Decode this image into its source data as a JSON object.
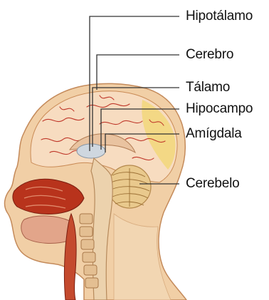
{
  "diagram": {
    "labels": [
      {
        "id": "hipotalamo",
        "text": "Hipotálamo"
      },
      {
        "id": "cerebro",
        "text": "Cerebro"
      },
      {
        "id": "talamo",
        "text": "Tálamo"
      },
      {
        "id": "hipocampo",
        "text": "Hipocampo"
      },
      {
        "id": "amigdala",
        "text": "Amígdala"
      },
      {
        "id": "cerebelo",
        "text": "Cerebelo"
      }
    ]
  },
  "colors": {
    "skin": "#f1cfa6",
    "skin_shadow": "#d9a57a",
    "brain": "#f7dcc0",
    "vessels": "#c0392b",
    "frontal_lobe": "#f2d77a",
    "cerebellum": "#e9c98d",
    "nasal_cavity": "#b8331c",
    "spine": "#ecd2ad",
    "leader_lines": "#333333"
  }
}
